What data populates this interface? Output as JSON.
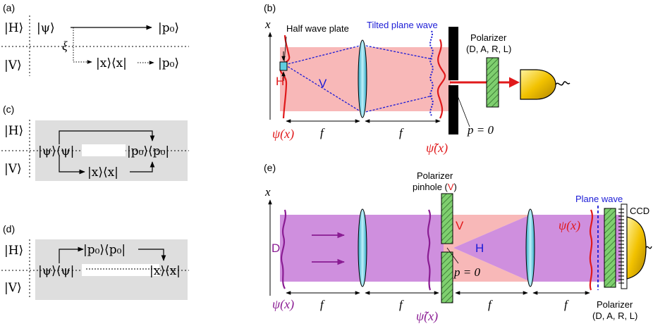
{
  "panels": {
    "a": "(a)",
    "b": "(b)",
    "c": "(c)",
    "d": "(d)",
    "e": "(e)"
  },
  "pol_h": "|H⟩",
  "pol_v": "|V⟩",
  "a_psi": "|ψ⟩",
  "a_p0_top": "|p₀⟩",
  "a_xi": "ξ",
  "a_xx": "|x⟩⟨x|",
  "a_p0_bottom": "|p₀⟩",
  "c_psipsi": "|ψ⟩⟨ψ|",
  "c_p0p0": "|p₀⟩⟨p₀|",
  "c_xx": "|x⟩⟨x|",
  "d_p0p0": "|p₀⟩⟨p₀|",
  "d_psipsi": "|ψ⟩⟨ψ|",
  "d_xx": "|x⟩⟨x|",
  "b": {
    "x_axis": "x",
    "half_wave_plate": "Half wave plate",
    "tilted_plane_wave": "Tilted plane wave",
    "polarizer": "Polarizer",
    "polarizer_states": "(D, A, R, L)",
    "h": "H",
    "v": "V",
    "psi": "ψ(x)",
    "psi_tilde": "ψ̃(x)",
    "f1": "f",
    "f2": "f",
    "p0": "p = 0"
  },
  "e": {
    "x_axis": "x",
    "polarizer_pinhole_1": "Polarizer",
    "polarizer_pinhole_2": "pinhole (",
    "polarizer_pinhole_v": "V",
    "polarizer_pinhole_3": ")",
    "plane_wave": "Plane wave",
    "ccd": "CCD",
    "d": "D",
    "v": "V",
    "h": "H",
    "psi_left": "ψ(x)",
    "psi_right": "ψ(x)",
    "psi_tilde": "ψ̃(x)",
    "p0": "p = 0",
    "f1": "f",
    "f2": "f",
    "f3": "f",
    "f4": "f",
    "polarizer": "Polarizer",
    "polarizer_states": "(D, A, R, L)"
  },
  "colors": {
    "red": "#e0191b",
    "blue": "#1b1bd6",
    "purple": "#8a1c93",
    "beam_pink": "#f8b8b8",
    "beam_purple": "#cf8fde",
    "lens": "#5fcde0",
    "polarizer_green": "#7fcf6f",
    "detector_yellow": "#f2c200",
    "gray_box": "#dedede"
  }
}
